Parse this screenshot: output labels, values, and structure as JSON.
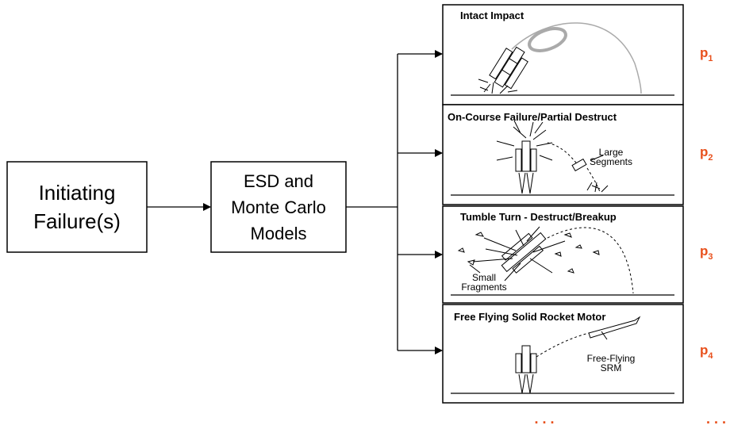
{
  "initiating_box": {
    "line1": "Initiating",
    "line2": "Failure(s)"
  },
  "models_box": {
    "line1": "ESD and",
    "line2": "Monte Carlo",
    "line3": "Models"
  },
  "panels": [
    {
      "title": "Intact Impact",
      "labels": []
    },
    {
      "title": "On-Course Failure/Partial Destruct",
      "labels": [
        "Large",
        "Segments"
      ]
    },
    {
      "title": "Tumble Turn - Destruct/Breakup",
      "labels": [
        "Small",
        "Fragments"
      ]
    },
    {
      "title": "Free Flying Solid Rocket Motor",
      "labels": [
        "Free-Flying",
        "SRM"
      ]
    }
  ],
  "probabilities": [
    {
      "base": "p",
      "sub": "1"
    },
    {
      "base": "p",
      "sub": "2"
    },
    {
      "base": "p",
      "sub": "3"
    },
    {
      "base": "p",
      "sub": "4"
    }
  ],
  "ellipsis": ". . .",
  "colors": {
    "probability": "#e8501c",
    "line": "#000000",
    "sketch_gray": "#9a9a9a"
  }
}
